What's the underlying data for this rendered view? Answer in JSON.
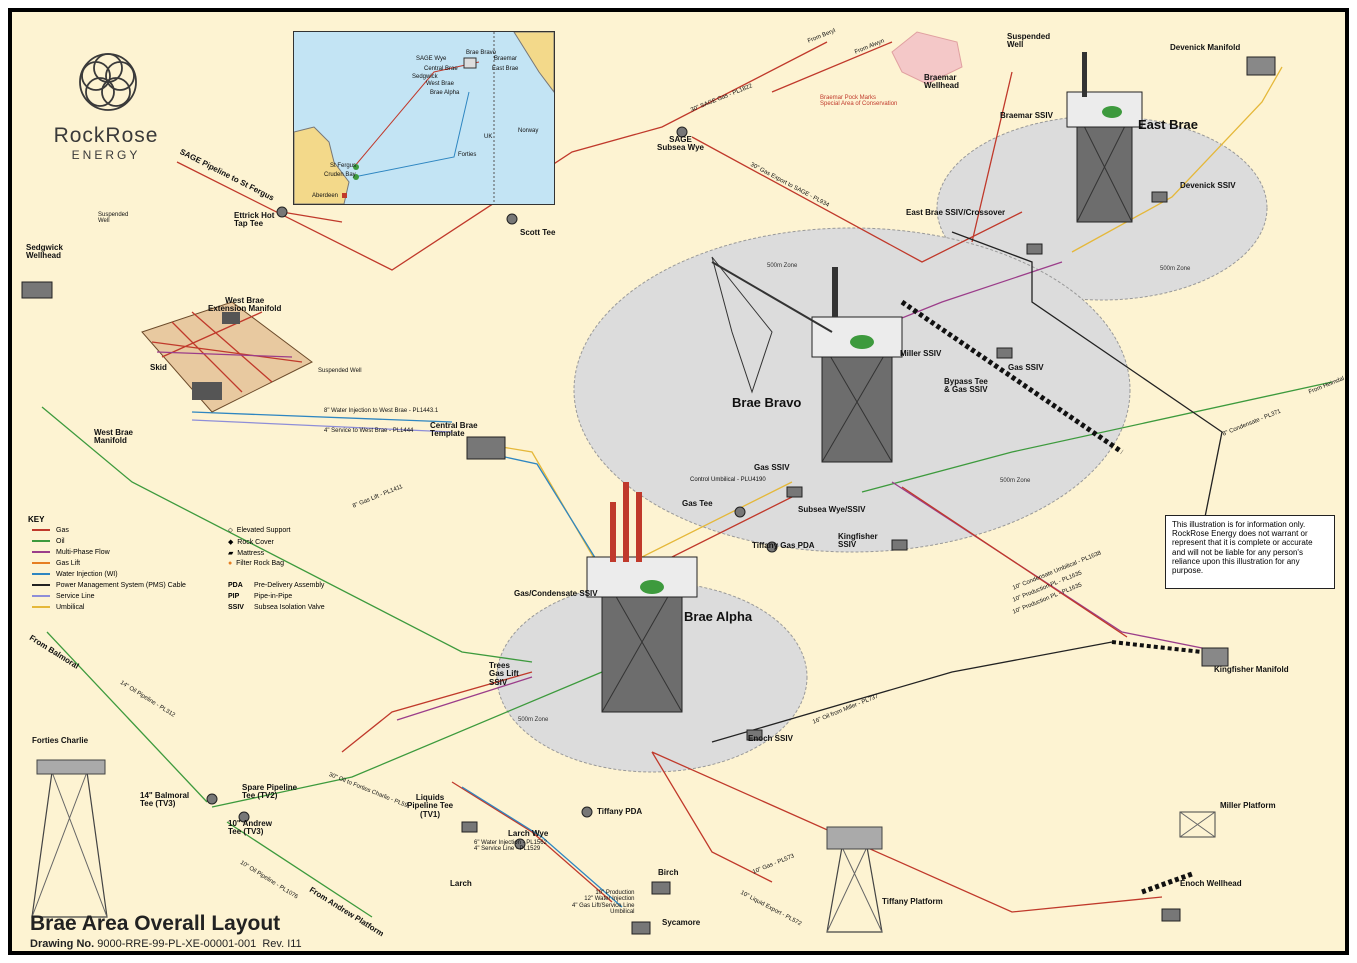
{
  "brand": {
    "name": "RockRose",
    "sub": "ENERGY"
  },
  "title": "Brae Area Overall Layout",
  "drawing": {
    "label": "Drawing No.",
    "number": "9000-RRE-99-PL-XE-00001-001",
    "rev": "Rev. I11"
  },
  "disclaimer": "This illustration is for information only. RockRose Energy does not warrant or represent that it is complete or accurate and will not be liable for any person's reliance upon this illustration for any purpose.",
  "inset_map": {
    "labels": {
      "sage_wye": "SAGE Wye",
      "brae_bravo": "Brae Bravo",
      "braemar": "Braemar",
      "central_brae": "Central Brae",
      "east_brae": "East Brae",
      "sedgwick": "Sedgwick",
      "west_brae": "West Brae",
      "brae_alpha": "Brae Alpha",
      "uk": "UK",
      "norway": "Norway",
      "st_fergus": "St Fergus",
      "cruden_bay": "Cruden Bay",
      "forties": "Forties",
      "aberdeen": "Aberdeen"
    }
  },
  "key": {
    "title": "KEY",
    "lines": [
      {
        "label": "Gas",
        "color": "#c0392b"
      },
      {
        "label": "Oil",
        "color": "#3d9a3d"
      },
      {
        "label": "Multi-Phase Flow",
        "color": "#9b3d8a"
      },
      {
        "label": "Gas Lift",
        "color": "#e67e22"
      },
      {
        "label": "Water Injection (WI)",
        "color": "#2e86c1"
      },
      {
        "label": "Power Management System (PMS) Cable",
        "color": "#222222"
      },
      {
        "label": "Service Line",
        "color": "#8e8ed8"
      },
      {
        "label": "Umbilical",
        "color": "#e5b83a"
      }
    ],
    "symbols": [
      {
        "label": "Elevated Support"
      },
      {
        "label": "Rock Cover"
      },
      {
        "label": "Mattress"
      },
      {
        "label": "Filter Rock Bag"
      }
    ],
    "abbrevs": [
      {
        "abbr": "PDA",
        "text": "Pre-Delivery Assembly"
      },
      {
        "abbr": "PIP",
        "text": "Pipe-in-Pipe"
      },
      {
        "abbr": "SSIV",
        "text": "Subsea Isolation Valve"
      }
    ]
  },
  "labels": {
    "suspended_well_ne": "Suspended\nWell",
    "devenick_manifold": "Devenick Manifold",
    "braemar_wellhead": "Braemar\nWellhead",
    "braemar_ssiv": "Braemar SSIV",
    "east_brae": "East Brae",
    "devenick_ssiv": "Devenick SSIV",
    "east_brae_ssiv": "East Brae SSIV/Crossover",
    "braemar_pockmarks": "Braemar Pock Marks\nSpecial Area of Conservation",
    "sage_subsea_wye": "SAGE\nSubsea Wye",
    "sage_pipeline": "SAGE Pipeline to St Fergus",
    "ettrick_tee": "Ettrick Hot\nTap Tee",
    "scott_tee": "Scott Tee",
    "suspended_well_w": "Suspended\nWell",
    "sedgwick_wellhead": "Sedgwick\nWellhead",
    "west_brae_ext": "West Brae\nExtension Manifold",
    "skid": "Skid",
    "suspended_well_c": "Suspended Well",
    "west_brae_manifold": "West Brae\nManifold",
    "central_brae_template": "Central Brae\nTemplate",
    "brae_bravo": "Brae Bravo",
    "miller_ssiv": "Miller SSIV",
    "gas_ssiv_ne": "Gas SSIV",
    "bypass_tee": "Bypass Tee\n& Gas SSIV",
    "gas_ssiv": "Gas SSIV",
    "subsea_wye": "Subsea Wye/SSIV",
    "kingfisher_ssiv": "Kingfisher\nSSIV",
    "gas_tee": "Gas Tee",
    "tiffany_gas_pda": "Tiffany Gas PDA",
    "gas_condensate_ssiv": "Gas/Condensate SSIV",
    "brae_alpha": "Brae Alpha",
    "trees_gas_lift": "Trees\nGas Lift\nSSIV",
    "enoch_ssiv": "Enoch SSIV",
    "kingfisher_manifold": "Kingfisher Manifold",
    "miller_platform": "Miller Platform",
    "forties_charlie": "Forties Charlie",
    "balmoral_tee": "14\" Balmoral\nTee (TV3)",
    "spare_tee": "Spare Pipeline\nTee (TV2)",
    "andrew_tee": "10\" Andrew\nTee (TV3)",
    "liquids_tee": "Liquids\nPipeline Tee\n(TV1)",
    "tiffany_pda": "Tiffany PDA",
    "larch_wye": "Larch Wye",
    "larch": "Larch",
    "birch": "Birch",
    "sycamore": "Sycamore",
    "tiffany_platform": "Tiffany Platform",
    "enoch_wellhead": "Enoch Wellhead",
    "from_balmoral": "From Balmoral",
    "from_andrew": "From Andrew Platform",
    "from_beryl": "From Beryl",
    "from_alwyn": "From Alwyn",
    "from_heimdal": "From Heimdal",
    "zone_bravo": "500m Zone",
    "zone_bravo_e": "500m Zone",
    "zone_east": "500m Zone",
    "zone_alpha": "500m Zone",
    "pl_water": "8\" Water Injection to West Brae - PL1443.1",
    "pl_service": "4\" Service to West Brae - PL1444",
    "pl_sage": "30\" SAGE Gas - PL1822",
    "pl_sage_b": "30\" Gas Export to SAGE - PL934",
    "pl_condensate": "8\" Condensate - PL371",
    "pl_oil_forties": "30\" Oil to Forties Charlie - PL59",
    "pl_oil_balmoral": "14\" Oil Pipeline - PL312",
    "pl_oil_andrew": "10\" Oil Pipeline - PL1076",
    "pl_gas_miller": "16\" Oil from Miller - PL737",
    "pl_gas_tiffany": "10\" Gas - PL573",
    "pl_liquid_export": "10\" Liquid Export - PL572",
    "pl_kingfisher_a": "10\" Condensate Umbilical - PL1638",
    "pl_kingfisher_b": "10\" Production PL - PL1635",
    "pl_kingfisher_c": "10\" Production PL - PL1635",
    "pl_control_umb": "Control Umbilical - PLU4190",
    "pl_gas_lift": "8\" Gas Lift - PL1411",
    "larch_notes": "6\" Water Injection - PL1562\n4\" Service Line - PL1529",
    "birch_notes": "10\" Production\n12\" Water Injection\n4\" Gas Lift/Service Line\nUmbilical"
  }
}
